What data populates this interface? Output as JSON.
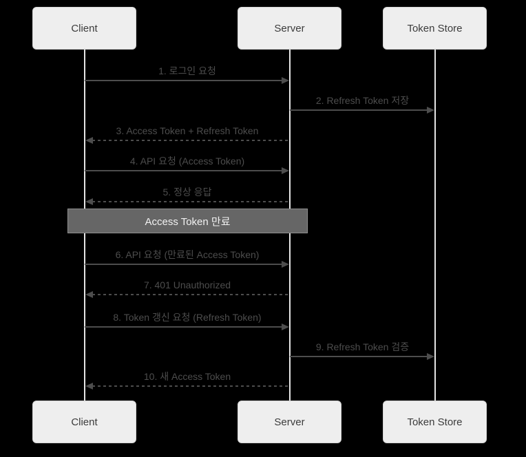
{
  "diagram": {
    "participants": [
      {
        "label": "Client"
      },
      {
        "label": "Server"
      },
      {
        "label": "Token Store"
      }
    ],
    "messages": [
      {
        "label": "1. 로그인 요청",
        "from": 0,
        "to": 1,
        "line": "solid"
      },
      {
        "label": "2. Refresh Token 저장",
        "from": 1,
        "to": 2,
        "line": "solid"
      },
      {
        "label": "3. Access Token + Refresh Token",
        "from": 1,
        "to": 0,
        "line": "dashed"
      },
      {
        "label": "4. API 요청 (Access Token)",
        "from": 0,
        "to": 1,
        "line": "solid"
      },
      {
        "label": "5. 정상 응답",
        "from": 1,
        "to": 0,
        "line": "dashed"
      },
      {
        "label": "6. API 요청 (만료된 Access Token)",
        "from": 0,
        "to": 1,
        "line": "solid"
      },
      {
        "label": "7. 401 Unauthorized",
        "from": 1,
        "to": 0,
        "line": "dashed"
      },
      {
        "label": "8. Token 갱신 요청 (Refresh Token)",
        "from": 0,
        "to": 1,
        "line": "solid"
      },
      {
        "label": "9. Refresh Token 검증",
        "from": 1,
        "to": 2,
        "line": "solid"
      },
      {
        "label": "10. 새 Access Token",
        "from": 1,
        "to": 0,
        "line": "dashed"
      }
    ],
    "note": {
      "label": "Access Token 만료"
    },
    "colors": {
      "background": "#000000",
      "participant_fill": "#eeeeee",
      "participant_border": "#d4d4d4",
      "participant_text": "#3b3b3b",
      "lifeline": "#e6e6e6",
      "message": "#4d4d4d",
      "note_fill": "#666666",
      "note_border": "#8f8f8f",
      "note_text": "#f2f2f2"
    }
  }
}
